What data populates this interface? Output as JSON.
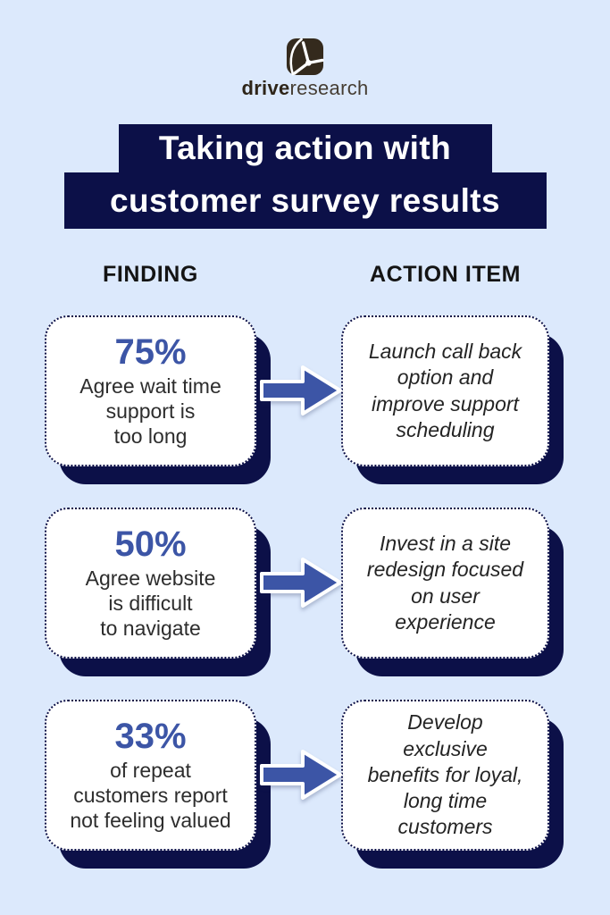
{
  "logo": {
    "brand_bold": "drive",
    "brand_regular": "research"
  },
  "title": {
    "line1": "Taking action with",
    "line2": "customer survey results"
  },
  "column_headers": {
    "finding": "FINDING",
    "action": "ACTION ITEM"
  },
  "rows": [
    {
      "stat": "75%",
      "finding_lines": [
        "Agree wait time",
        "support is",
        "too long"
      ],
      "action_lines": [
        "Launch call back",
        "option and",
        "improve support",
        "scheduling"
      ]
    },
    {
      "stat": "50%",
      "finding_lines": [
        "Agree website",
        "is difficult",
        "to navigate"
      ],
      "action_lines": [
        "Invest in a site",
        "redesign focused",
        "on user",
        "experience"
      ]
    },
    {
      "stat": "33%",
      "finding_lines": [
        "of repeat",
        "customers report",
        "not feeling valued"
      ],
      "action_lines": [
        "Develop",
        "exclusive",
        "benefits for loyal,",
        "long time",
        "customers"
      ]
    }
  ],
  "colors": {
    "background": "#dce9fc",
    "navy": "#0c1048",
    "accent_blue": "#3c55a6",
    "card_background": "#ffffff",
    "text_dark": "#2d2d2d",
    "logo_brown": "#2e2519"
  }
}
